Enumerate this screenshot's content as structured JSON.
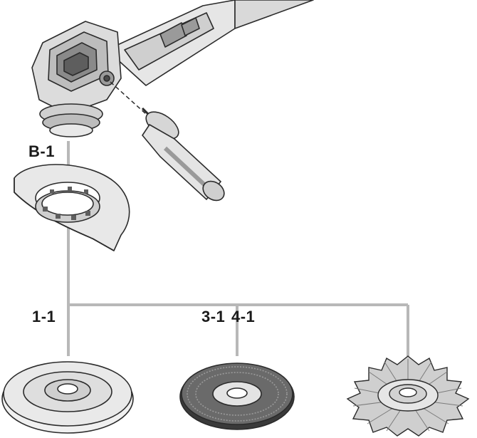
{
  "labels": {
    "b1": "B-1",
    "l11": "1-1",
    "l31": "3-1",
    "l41": "4-1"
  },
  "icons": {
    "grinder": "angle-grinder-icon",
    "handle": "side-handle-icon",
    "guard": "wheel-guard-icon",
    "flat_disc": "backing-flange-disc-icon",
    "flap_disc": "abrasive-disc-icon",
    "wire_brush": "knotted-wire-brush-icon"
  },
  "colors": {
    "line": "#b5b5b5",
    "outline": "#2b2b2b",
    "fill_light": "#ececec",
    "fill_mid": "#cfcfcf",
    "fill_dark": "#6a6a6a"
  }
}
